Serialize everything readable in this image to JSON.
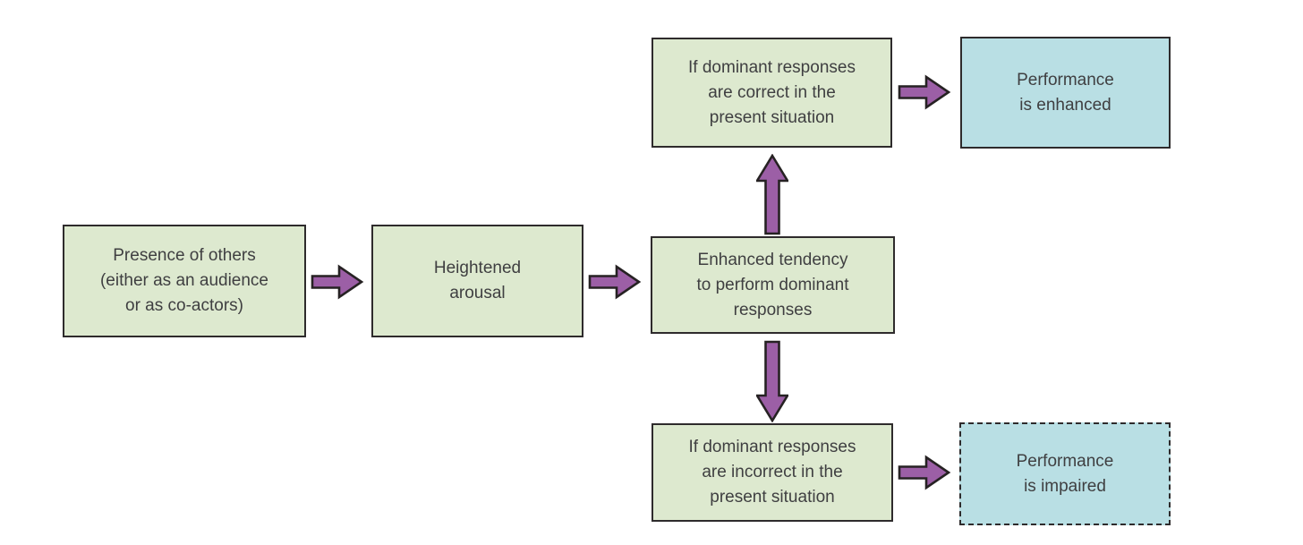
{
  "diagram": {
    "type": "flowchart",
    "nodes": {
      "presence": {
        "label": "Presence of others\n(either as an audience\nor as co-actors)",
        "shape": "green-solid"
      },
      "arousal": {
        "label": "Heightened\narousal",
        "shape": "green-solid"
      },
      "tendency": {
        "label": "Enhanced tendency\nto perform dominant\nresponses",
        "shape": "green-solid"
      },
      "correct": {
        "label": "If dominant responses\nare correct in the\npresent situation",
        "shape": "green-solid"
      },
      "enhanced": {
        "label": "Performance\nis enhanced",
        "shape": "blue-solid"
      },
      "incorrect": {
        "label": "If dominant responses\nare incorrect in the\npresent situation",
        "shape": "green-solid"
      },
      "impaired": {
        "label": "Performance\nis impaired",
        "shape": "blue-dashed"
      }
    },
    "edges": [
      {
        "from": "presence",
        "to": "arousal",
        "direction": "right"
      },
      {
        "from": "arousal",
        "to": "tendency",
        "direction": "right"
      },
      {
        "from": "tendency",
        "to": "correct",
        "direction": "up"
      },
      {
        "from": "correct",
        "to": "enhanced",
        "direction": "right"
      },
      {
        "from": "tendency",
        "to": "incorrect",
        "direction": "down"
      },
      {
        "from": "incorrect",
        "to": "impaired",
        "direction": "right"
      }
    ]
  },
  "colors": {
    "green_fill": "#dde9cf",
    "blue_fill": "#b9dfe4",
    "arrow_fill": "#9c5fa6",
    "arrow_stroke": "#262223",
    "border_dark": "#2e2b2c",
    "text": "#3f3f41",
    "background": "#ffffff"
  }
}
